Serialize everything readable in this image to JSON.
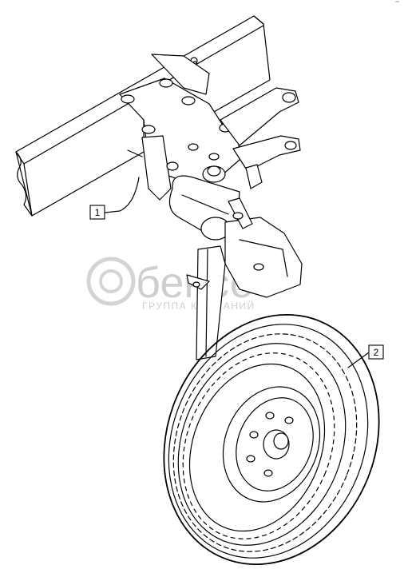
{
  "diagram": {
    "callouts": [
      {
        "label": "1",
        "part": "frame-bracket-assembly"
      },
      {
        "label": "2",
        "part": "wheel-assembly"
      }
    ],
    "corner_mark": "˜˜"
  },
  "watermark": {
    "brand": "бенсо",
    "tagline": "ГРУППА КОМПАНИЙ"
  }
}
